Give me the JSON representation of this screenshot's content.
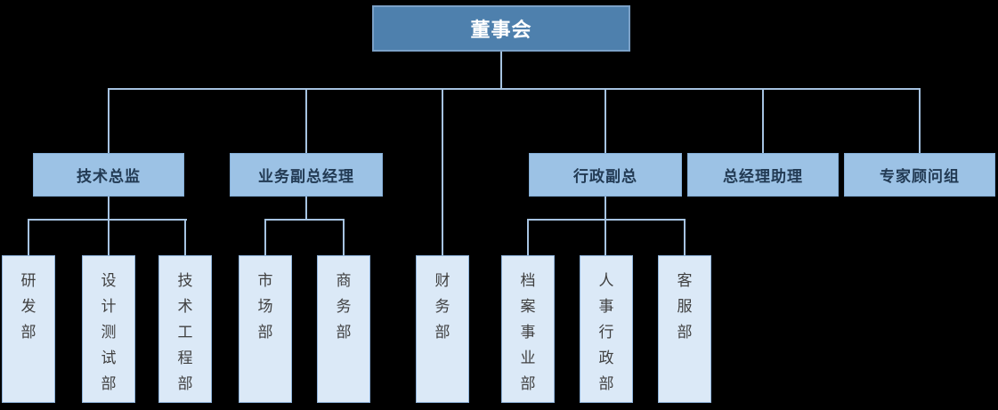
{
  "org_chart": {
    "root": {
      "label": "董事会"
    },
    "level2": [
      {
        "id": "tech-director",
        "label": "技术总监"
      },
      {
        "id": "business-deputy-gm",
        "label": "业务副总经理"
      },
      {
        "id": "admin-deputy-gm",
        "label": "行政副总"
      },
      {
        "id": "gm-assistant",
        "label": "总经理助理"
      },
      {
        "id": "expert-advisory-group",
        "label": "专家顾问组"
      }
    ],
    "level3": [
      {
        "id": "rd-dept",
        "label": "研发部",
        "parent": "tech-director"
      },
      {
        "id": "design-test-dept",
        "label": "设计测试部",
        "parent": "tech-director"
      },
      {
        "id": "tech-engineering-dept",
        "label": "技术工程部",
        "parent": "tech-director"
      },
      {
        "id": "marketing-dept",
        "label": "市场部",
        "parent": "business-deputy-gm"
      },
      {
        "id": "commerce-dept",
        "label": "商务部",
        "parent": "business-deputy-gm"
      },
      {
        "id": "finance-dept",
        "label": "财务部",
        "parent": "root"
      },
      {
        "id": "archives-dept",
        "label": "档案事业部",
        "parent": "admin-deputy-gm"
      },
      {
        "id": "hr-admin-dept",
        "label": "人事行政部",
        "parent": "admin-deputy-gm"
      },
      {
        "id": "customer-service-dept",
        "label": "客服部",
        "parent": "admin-deputy-gm"
      }
    ]
  },
  "colors": {
    "background": "#000000",
    "connector": "#a6c3e1",
    "root_fill": "#4e80ad",
    "root_border": "#7ba1c7",
    "root_text": "#ffffff",
    "level2_fill": "#9cc2e5",
    "level2_border": "#83add6",
    "level2_text": "#223a53",
    "level3_fill": "#dbe9f7",
    "level3_border": "#8eb3da",
    "level3_text": "#404040"
  }
}
